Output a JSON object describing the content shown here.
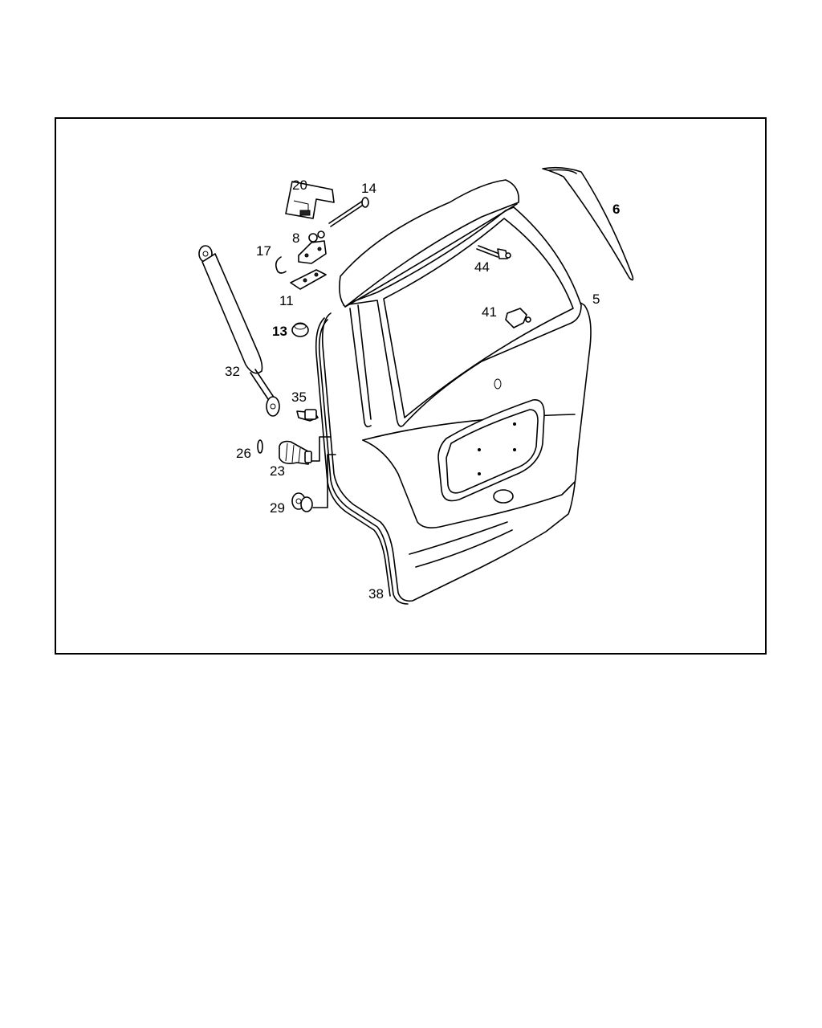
{
  "diagram": {
    "callouts": [
      "20",
      "14",
      "8",
      "17",
      "11",
      "13",
      "32",
      "35",
      "26",
      "23",
      "29",
      "44",
      "41",
      "5",
      "6",
      "38"
    ]
  }
}
